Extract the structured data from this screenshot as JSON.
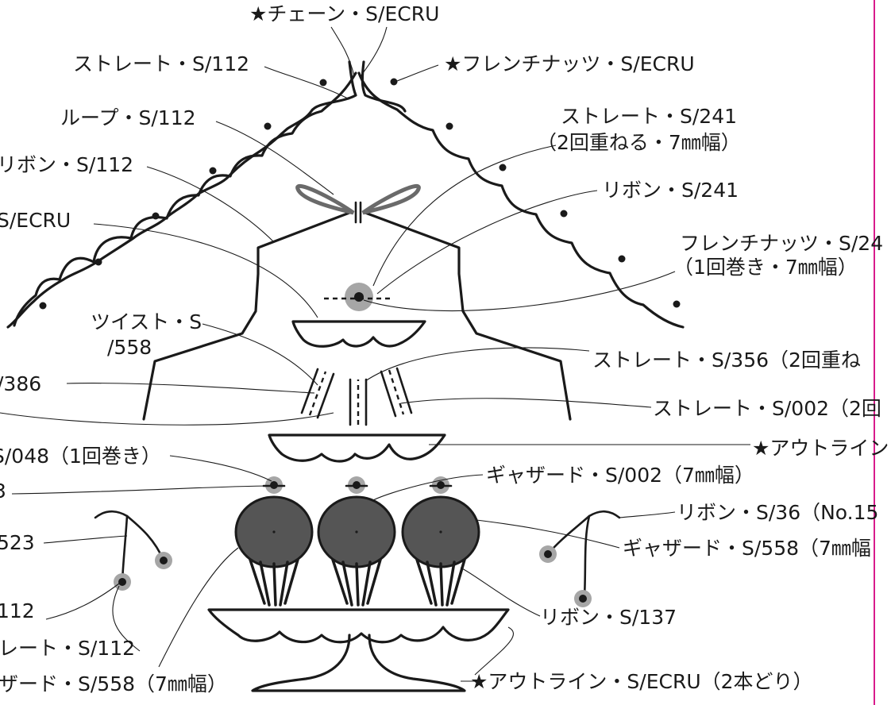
{
  "colors": {
    "ink": "#1a1a1a",
    "border": "#d81b8c",
    "knot_halo": "#a6a6a6",
    "gathered_fill": "#555555",
    "loop_outline": "#6a6a6a"
  },
  "labels": {
    "chain_top": "★チェーン・S/ECRU",
    "straight_112_top": "ストレート・S/112",
    "french_knots_ecru": "★フレンチナッツ・S/ECRU",
    "loop_112": "ループ・S/112",
    "straight_241": "ストレート・S/241",
    "straight_241_note": "（2回重ねる・7㎜幅）",
    "ribbon_112": "リボン・S/112",
    "ribbon_241": "リボン・S/241",
    "s_ecru": "S/ECRU",
    "french_knot_24": "フレンチナッツ・S/24",
    "french_knot_24_note": "（1回巻き・7㎜幅）",
    "twist_558_a": "ツイスト・S",
    "twist_558_b": "/558",
    "straight_356": "ストレート・S/356（2回重ね",
    "s_386": "/386",
    "straight_002": "ストレート・S/002（2回",
    "outline_top": "★アウトライン",
    "s_048": "S/048（1回巻き）",
    "gathered_002": "ギャザード・S/002（7㎜幅）",
    "ribbon_36": "リボン・S/36（No.15",
    "s_523": "523",
    "gathered_558_right": "ギャザード・S/558（7㎜幅",
    "s_112": "112",
    "ribbon_137": "リボン・S/137",
    "straight_112_bottom": "レート・S/112",
    "gathered_558_left": "ザード・S/558（7㎜幅）",
    "outline_bottom": "★アウトライン・S/ECRU（2本どり）",
    "cut_3": "3"
  }
}
